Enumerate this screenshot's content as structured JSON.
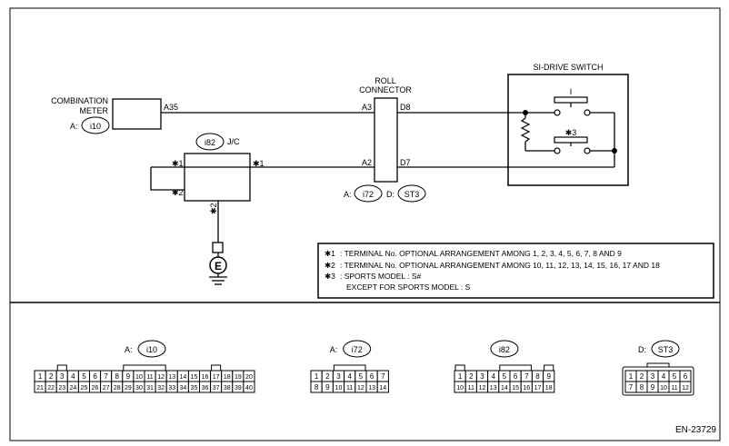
{
  "labels": {
    "combination_meter_line1": "COMBINATION",
    "combination_meter_line2": "METER",
    "combination_meter_prefix": "A:",
    "combination_meter_conn": "i10",
    "combination_meter_term": "A35",
    "jc_conn": "i82",
    "jc_label": "J/C",
    "roll_line1": "ROLL",
    "roll_line2": "CONNECTOR",
    "roll_term_a3": "A3",
    "roll_term_a2": "A2",
    "roll_term_d8": "D8",
    "roll_term_d7": "D7",
    "roll_conn_prefix_a": "A:",
    "roll_conn_a": "i72",
    "roll_conn_prefix_d": "D:",
    "roll_conn_d": "ST3",
    "si_drive_title": "SI-DRIVE SWITCH",
    "si_drive_switch_1": "I",
    "si_drive_note": "✱3",
    "jc_term_left_top": "✱1",
    "jc_term_right_top": "✱1",
    "jc_term_left_bottom": "✱2",
    "jc_term_bottom": "✱2",
    "ground_symbol": "E",
    "ref_code": "EN-23729"
  },
  "notes": [
    {
      "mark": "✱1",
      "text": ": TERMINAL No. OPTIONAL ARRANGEMENT AMONG 1, 2, 3, 4, 5, 6, 7, 8 AND 9"
    },
    {
      "mark": "✱2",
      "text": ": TERMINAL No. OPTIONAL ARRANGEMENT AMONG 10, 11, 12, 13, 14, 15, 16, 17 AND 18"
    },
    {
      "mark": "✱3",
      "text": ": SPORTS MODEL  : S#"
    },
    {
      "mark": "",
      "text": "EXCEPT FOR SPORTS MODEL  : S"
    }
  ],
  "connectors": [
    {
      "prefix": "A:",
      "name": "i10",
      "rows": [
        [
          "1",
          "2",
          "3",
          "4",
          "5",
          "6",
          "7",
          "8",
          "9",
          "10",
          "11",
          "12",
          "13",
          "14",
          "15",
          "16",
          "17",
          "18",
          "19",
          "20"
        ],
        [
          "21",
          "22",
          "23",
          "24",
          "25",
          "26",
          "27",
          "28",
          "29",
          "30",
          "31",
          "32",
          "33",
          "34",
          "35",
          "36",
          "37",
          "38",
          "39",
          "40"
        ]
      ]
    },
    {
      "prefix": "A:",
      "name": "i72",
      "rows": [
        [
          "1",
          "2",
          "3",
          "4",
          "5",
          "6",
          "7"
        ],
        [
          "8",
          "9",
          "10",
          "11",
          "12",
          "13",
          "14"
        ]
      ]
    },
    {
      "prefix": "",
      "name": "i82",
      "rows": [
        [
          "1",
          "2",
          "3",
          "4",
          "5",
          "6",
          "7",
          "8",
          "9"
        ],
        [
          "10",
          "11",
          "12",
          "13",
          "14",
          "15",
          "16",
          "17",
          "18"
        ]
      ]
    },
    {
      "prefix": "D:",
      "name": "ST3",
      "rows": [
        [
          "1",
          "2",
          "3",
          "4",
          "5",
          "6"
        ],
        [
          "7",
          "8",
          "9",
          "10",
          "11",
          "12"
        ]
      ]
    }
  ]
}
